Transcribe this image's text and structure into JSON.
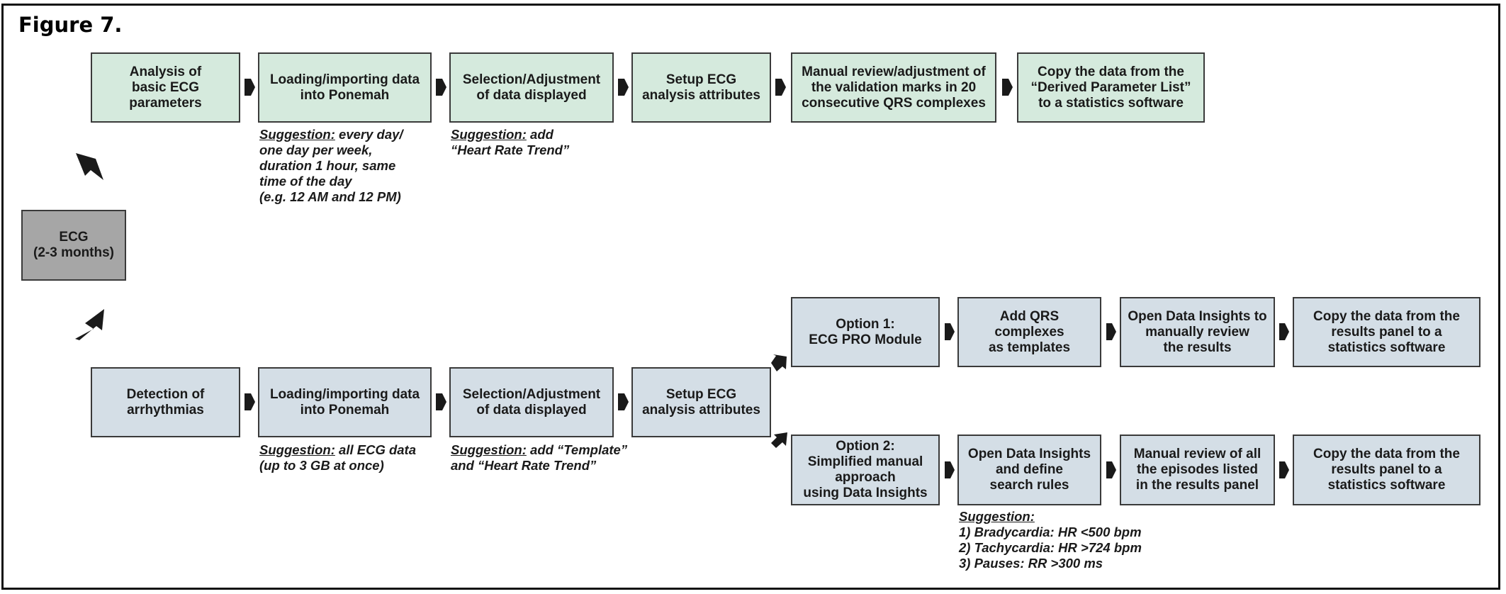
{
  "figure_title": "Figure 7.",
  "root": "ECG\n(2-3 months)",
  "top_row": [
    "Analysis of\nbasic ECG\nparameters",
    "Loading/importing data\ninto Ponemah",
    "Selection/Adjustment\nof data displayed",
    "Setup ECG\nanalysis attributes",
    "Manual review/adjustment of\nthe validation marks in 20\nconsecutive QRS complexes",
    "Copy the data from the\n“Derived Parameter List”\nto a statistics software"
  ],
  "top_notes": {
    "loading": {
      "label": "Suggestion:",
      "first": " every day/",
      "lines": [
        "one day per week,",
        "duration 1 hour, same",
        "time of the day",
        "(e.g. 12 AM and 12 PM)"
      ]
    },
    "selection": {
      "label": "Suggestion:",
      "first": " add",
      "lines": [
        "“Heart Rate Trend”"
      ]
    }
  },
  "bottom_row": [
    "Detection of\narrhythmias",
    "Loading/importing data\ninto Ponemah",
    "Selection/Adjustment\nof data displayed",
    "Setup ECG\nanalysis attributes"
  ],
  "bottom_notes": {
    "loading": {
      "label": "Suggestion:",
      "first": " all ECG data",
      "lines": [
        "(up to 3 GB at once)"
      ]
    },
    "selection": {
      "label": "Suggestion:",
      "first": " add “Template”",
      "lines": [
        "and “Heart Rate Trend”"
      ]
    }
  },
  "option1_row": [
    "Option 1:\nECG PRO Module",
    "Add QRS\ncomplexes\nas templates",
    "Open Data Insights to\nmanually review\nthe results",
    "Copy the data from the\nresults panel to a\nstatistics software"
  ],
  "option2_row": [
    "Option 2:\nSimplified manual\napproach\nusing Data Insights",
    "Open Data Insights\nand define\nsearch rules",
    "Manual review of all\nthe episodes listed\nin the results panel",
    "Copy the data from the\nresults panel to a\nstatistics software"
  ],
  "option2_note": {
    "label": "Suggestion:",
    "lines": [
      "1) Bradycardia: HR <500 bpm",
      "2) Tachycardia: HR >724 bpm",
      "3) Pauses: RR >300 ms"
    ]
  },
  "colors": {
    "top_fill": "#d5eadd",
    "bottom_fill": "#d4dee6",
    "root_fill": "#a6a6a6",
    "arrow": "#1a1a1a"
  }
}
